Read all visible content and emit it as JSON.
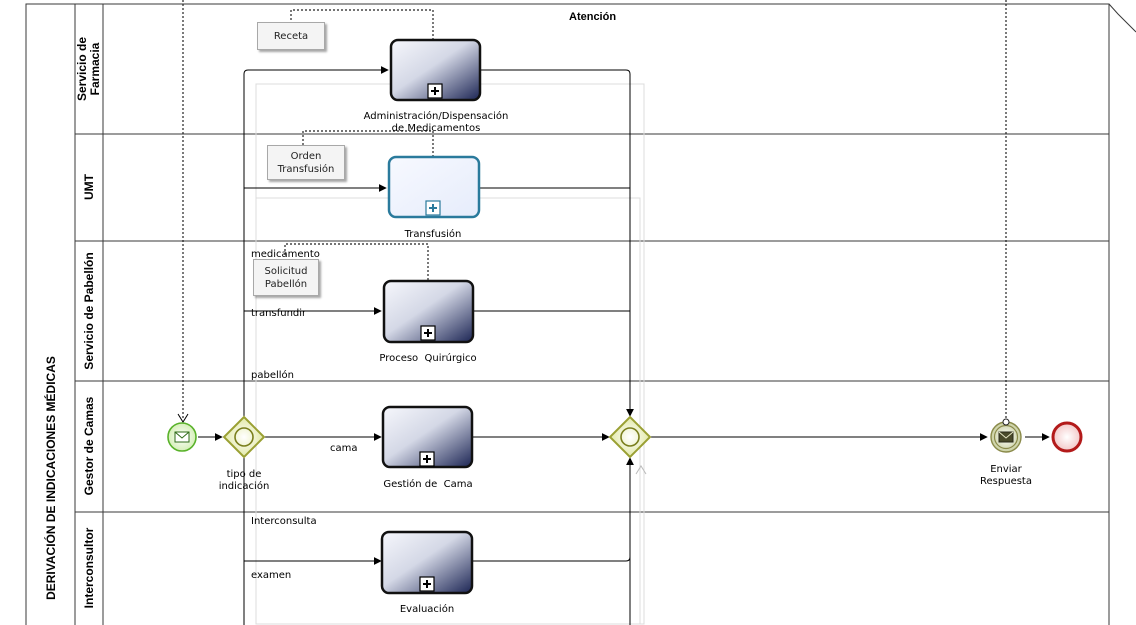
{
  "pool": {
    "name": "DERIVACIÓN DE INDICACIONES MÉDICAS",
    "phase": "Atención"
  },
  "lanes": [
    {
      "id": "farmacia",
      "label": "Servicio de Farmacia"
    },
    {
      "id": "umt",
      "label": "UMT"
    },
    {
      "id": "pabellon",
      "label": "Servicio de Pabellón"
    },
    {
      "id": "camas",
      "label": "Gestor de Camas"
    },
    {
      "id": "interconsultor",
      "label": "Interconsultor"
    }
  ],
  "tasks": {
    "administracion": "Administración/Dispensación de Medicamentos",
    "transfusion": "Transfusión",
    "quirurgico": "Proceso  Quirúrgico",
    "gestion_cama": "Gestión de  Cama",
    "evaluacion": "Evaluación"
  },
  "artifacts": {
    "receta": "Receta",
    "orden_transfusion": "Orden Transfusión",
    "solicitud_pabellon": "Solicitud Pabellón"
  },
  "gateways": {
    "split": "tipo de indicación"
  },
  "events": {
    "enviar_respuesta": "Enviar Respuesta"
  },
  "flow_labels": {
    "medicamento": "medicamento",
    "transfundir": "transfundir",
    "pabellon": "pabellón",
    "cama": "cama",
    "interconsulta": "Interconsulta",
    "examen": "examen"
  },
  "colors": {
    "lane_border": "#3a3a3a",
    "task_gradient_light": "#f4f5fa",
    "task_gradient_dark": "#1c2554",
    "task_highlight": "#2a7a9c",
    "gateway_fill": "#eef3c8",
    "gateway_stroke": "#9aa033",
    "start_fill": "#e7f6d4",
    "start_stroke": "#59b22a",
    "end_fill": "#f6d6d6",
    "end_stroke": "#b31a1a",
    "intermediate_fill": "#e0e6c2",
    "intermediate_stroke": "#8a8a4a"
  },
  "icons": {
    "subprocess_marker": "plus-square-icon",
    "message": "envelope-icon"
  }
}
